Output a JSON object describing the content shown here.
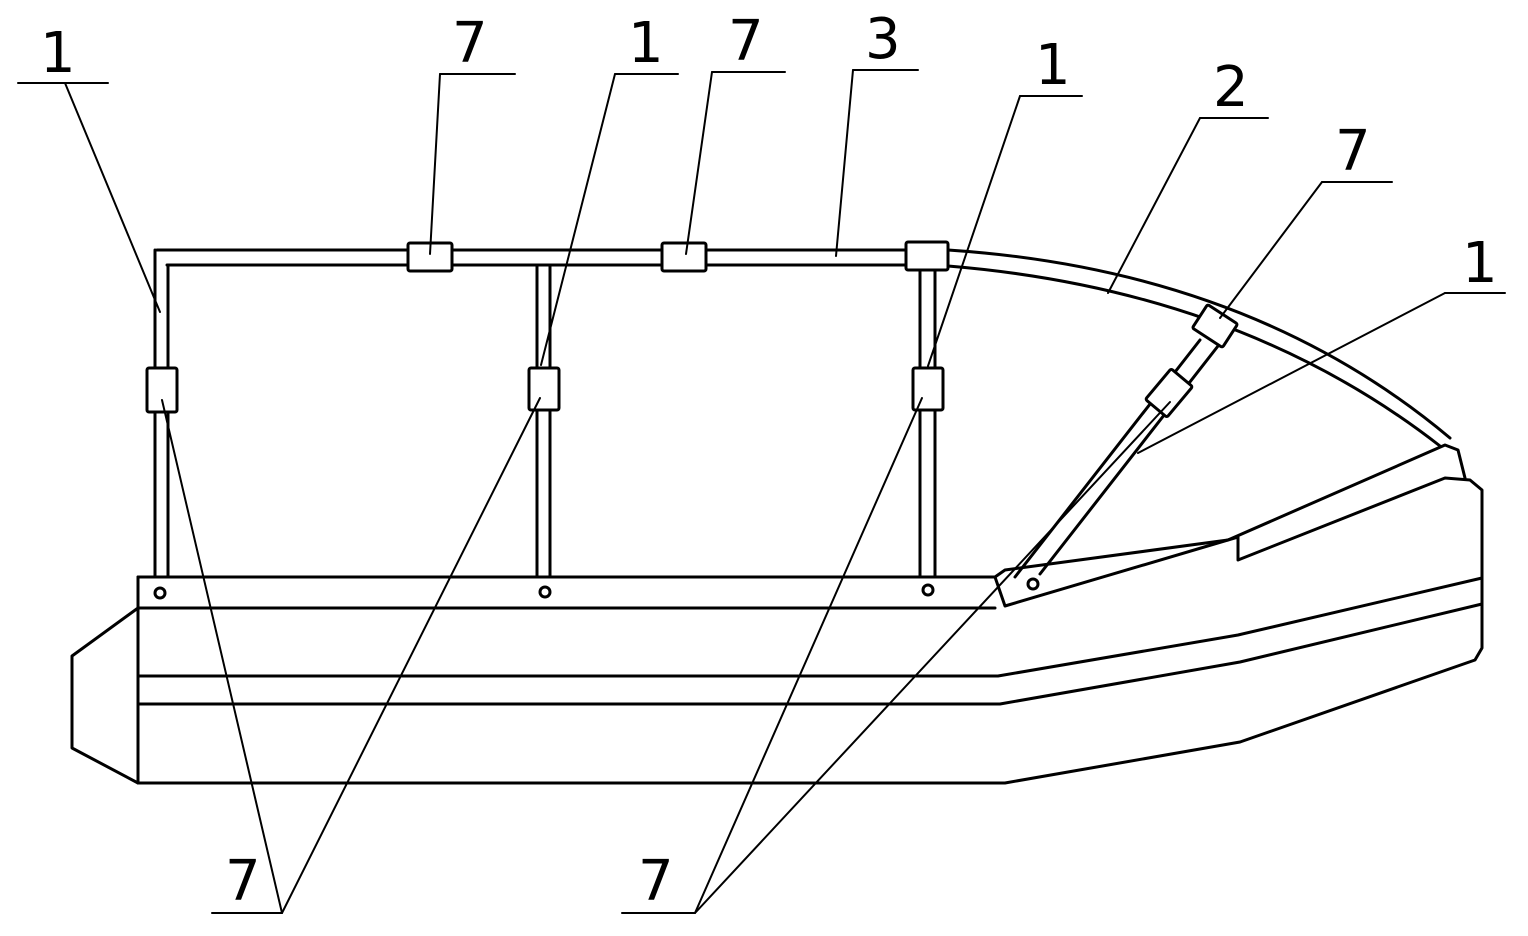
{
  "labels": {
    "l1_left": "1",
    "l1_mid": "1",
    "l1_right": "1",
    "l1_far": "1",
    "l7_top_a": "7",
    "l7_top_b": "7",
    "l7_bow": "7",
    "l7_bottom_left": "7",
    "l7_bottom_right": "7",
    "l2": "2",
    "l3": "3"
  },
  "colors": {
    "line": "#000000",
    "background": "#ffffff"
  }
}
